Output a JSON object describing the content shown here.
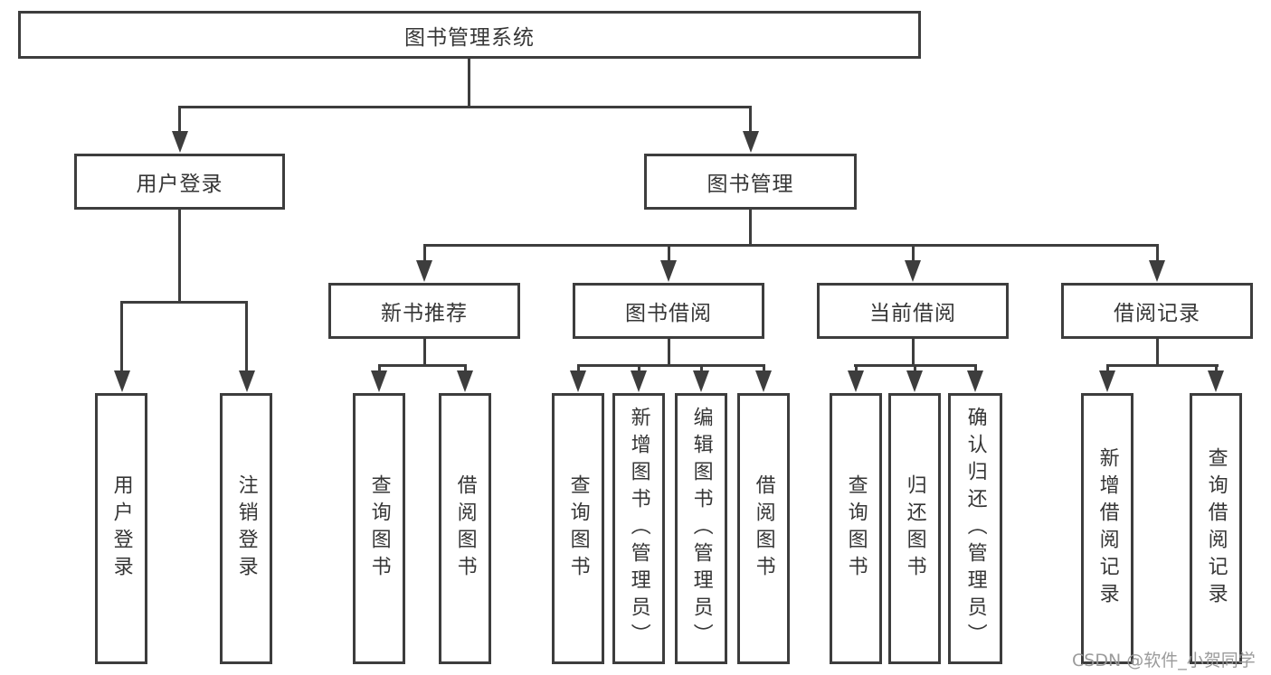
{
  "diagram": {
    "root": {
      "label": "图书管理系统"
    },
    "branches": [
      {
        "label": "用户登录",
        "leaves": [
          "用户登录",
          "注销登录"
        ]
      },
      {
        "label": "图书管理",
        "groups": [
          {
            "label": "新书推荐",
            "leaves": [
              "查询图书",
              "借阅图书"
            ]
          },
          {
            "label": "图书借阅",
            "leaves": [
              "查询图书",
              "新增图书（管理员）",
              "编辑图书（管理员）",
              "借阅图书"
            ]
          },
          {
            "label": "当前借阅",
            "leaves": [
              "查询图书",
              "归还图书",
              "确认归还（管理员）"
            ]
          },
          {
            "label": "借阅记录",
            "leaves": [
              "新增借阅记录",
              "查询借阅记录"
            ]
          }
        ]
      }
    ],
    "watermark": "CSDN @软件_小贺同学",
    "colors": {
      "line": "#3d3d3d",
      "text": "#363636",
      "watermark": "#969696",
      "background": "#ffffff"
    }
  }
}
